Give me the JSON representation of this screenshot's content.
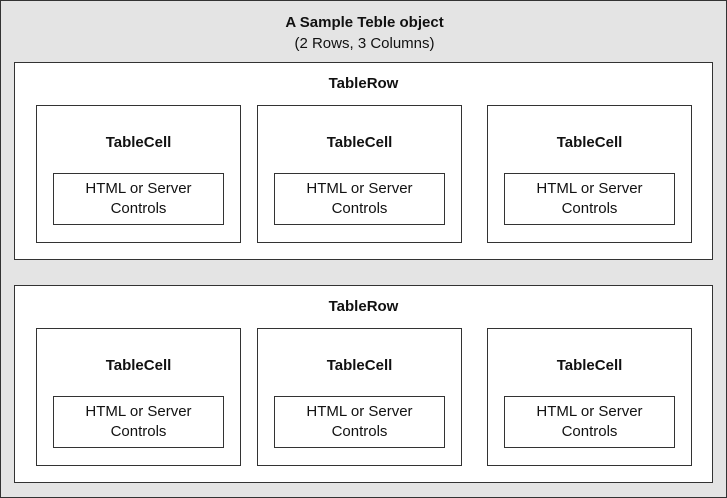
{
  "table": {
    "title": "A Sample Teble object",
    "subtitle": "(2 Rows, 3 Columns)"
  },
  "rows": [
    {
      "label": "TableRow",
      "cells": [
        {
          "label": "TableCell",
          "content": "HTML or Server Controls"
        },
        {
          "label": "TableCell",
          "content": "HTML or Server Controls"
        },
        {
          "label": "TableCell",
          "content": "HTML or Server Controls"
        }
      ]
    },
    {
      "label": "TableRow",
      "cells": [
        {
          "label": "TableCell",
          "content": "HTML or Server Controls"
        },
        {
          "label": "TableCell",
          "content": "HTML or Server Controls"
        },
        {
          "label": "TableCell",
          "content": "HTML or Server Controls"
        }
      ]
    }
  ],
  "colors": {
    "outer_background": "#e4e4e4",
    "box_background": "#ffffff",
    "border": "#333333"
  }
}
